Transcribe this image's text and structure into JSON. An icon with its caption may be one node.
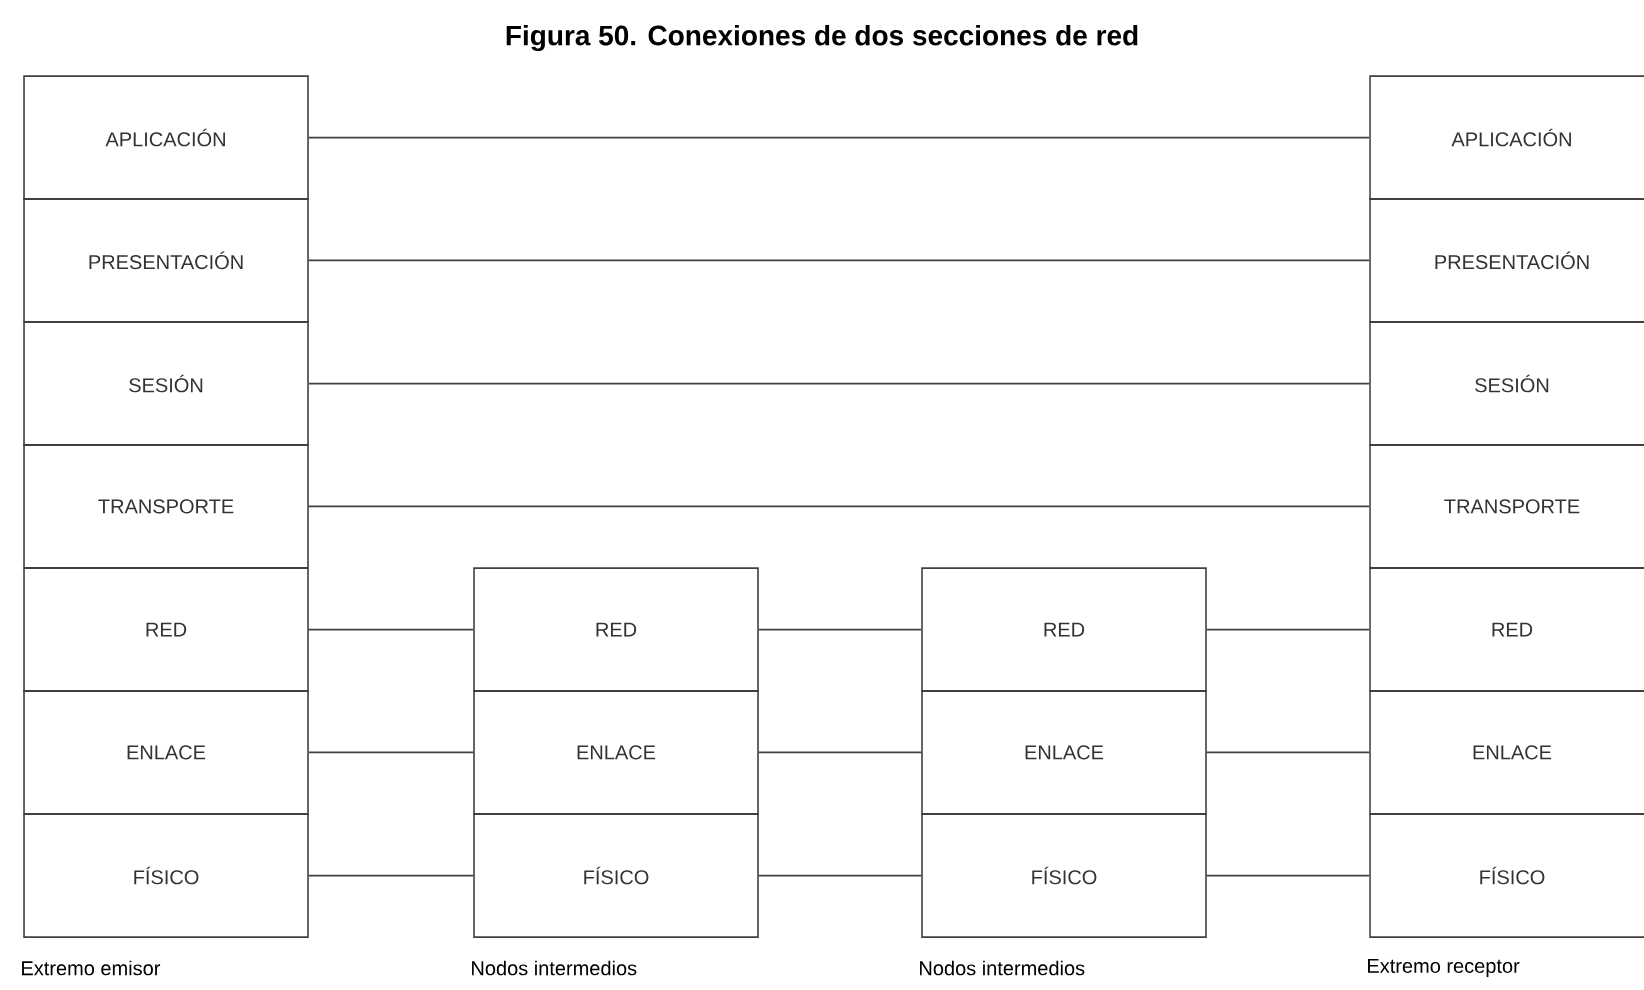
{
  "diagram": {
    "title": "Figura 50. Conexiones de dos secciones de red",
    "nodes": [
      {
        "text": [
          "APLICACIÓN"
        ]
      },
      {
        "text": [
          "PRESENTACIÓN"
        ]
      },
      {
        "text": [
          "SESIÓN"
        ]
      },
      {
        "text": [
          "TRANSPORTE"
        ]
      },
      {
        "text": [
          "RED"
        ]
      },
      {
        "text": [
          "ENLACE"
        ]
      },
      {
        "text": [
          "FÍSICO"
        ]
      },
      {
        "text": [
          "RED"
        ]
      },
      {
        "text": [
          "ENLACE"
        ]
      },
      {
        "text": [
          "FÍSICO"
        ]
      },
      {
        "text": [
          "RED"
        ]
      },
      {
        "text": [
          "ENLACE"
        ]
      },
      {
        "text": [
          "FÍSICO"
        ]
      },
      {
        "text": [
          "APLICACIÓN"
        ]
      },
      {
        "text": [
          "PRESENTACIÓN"
        ]
      },
      {
        "text": [
          "SESIÓN"
        ]
      },
      {
        "text": [
          "TRANSPORTE"
        ]
      },
      {
        "text": [
          "RED"
        ]
      },
      {
        "text": [
          "ENLACE"
        ]
      },
      {
        "text": [
          "FÍSICO"
        ]
      }
    ],
    "edges": [
      {
        "from": 0,
        "to": 13,
        "arrow": "none"
      },
      {
        "from": 1,
        "to": 14,
        "arrow": "none"
      },
      {
        "from": 2,
        "to": 15,
        "arrow": "none"
      },
      {
        "from": 3,
        "to": 16,
        "arrow": "none"
      },
      {
        "from": 4,
        "to": 7,
        "arrow": "none"
      },
      {
        "from": 7,
        "to": 10,
        "arrow": "none"
      },
      {
        "from": 10,
        "to": 17,
        "arrow": "none"
      },
      {
        "from": 5,
        "to": 8,
        "arrow": "none"
      },
      {
        "from": 8,
        "to": 11,
        "arrow": "none"
      },
      {
        "from": 11,
        "to": 18,
        "arrow": "none"
      },
      {
        "from": 6,
        "to": 9,
        "arrow": "none"
      },
      {
        "from": 9,
        "to": 12,
        "arrow": "none"
      },
      {
        "from": 12,
        "to": 19,
        "arrow": "none"
      }
    ],
    "labels": [
      "Extremo emisor",
      "Nodos intermedios",
      "Nodos intermedios",
      "Extremo receptor"
    ]
  }
}
